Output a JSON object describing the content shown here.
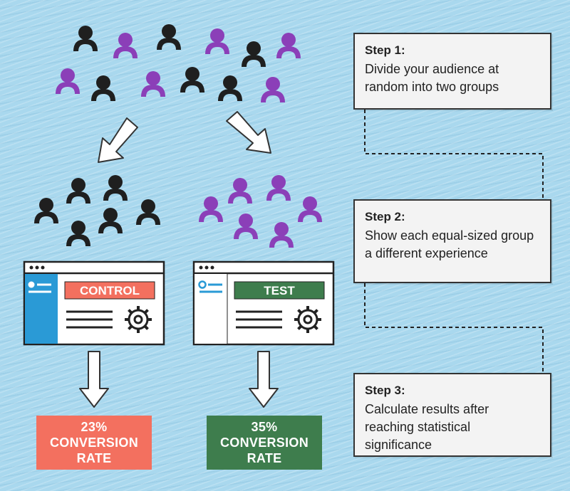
{
  "steps": [
    {
      "title": "Step 1:",
      "text": "Divide your audience at random into two groups"
    },
    {
      "title": "Step 2:",
      "text": "Show each equal-sized group a different experience"
    },
    {
      "title": "Step 3:",
      "text": "Calculate results after reaching statistical significance"
    }
  ],
  "groups": {
    "control": {
      "label": "CONTROL",
      "result_value": "23%",
      "result_label": "CONVERSION RATE",
      "color": "#f3705f"
    },
    "test": {
      "label": "TEST",
      "result_value": "35%",
      "result_label": "CONVERSION RATE",
      "color": "#3e7d4d"
    }
  },
  "colors": {
    "black_person": "#1f1f1f",
    "purple_person": "#8b3fb8",
    "background": "#a9d8ee",
    "sidebar": "#2a9ad6"
  },
  "icons": [
    "person-icon",
    "arrow-down-icon",
    "gear-icon",
    "browser-window-icon"
  ]
}
